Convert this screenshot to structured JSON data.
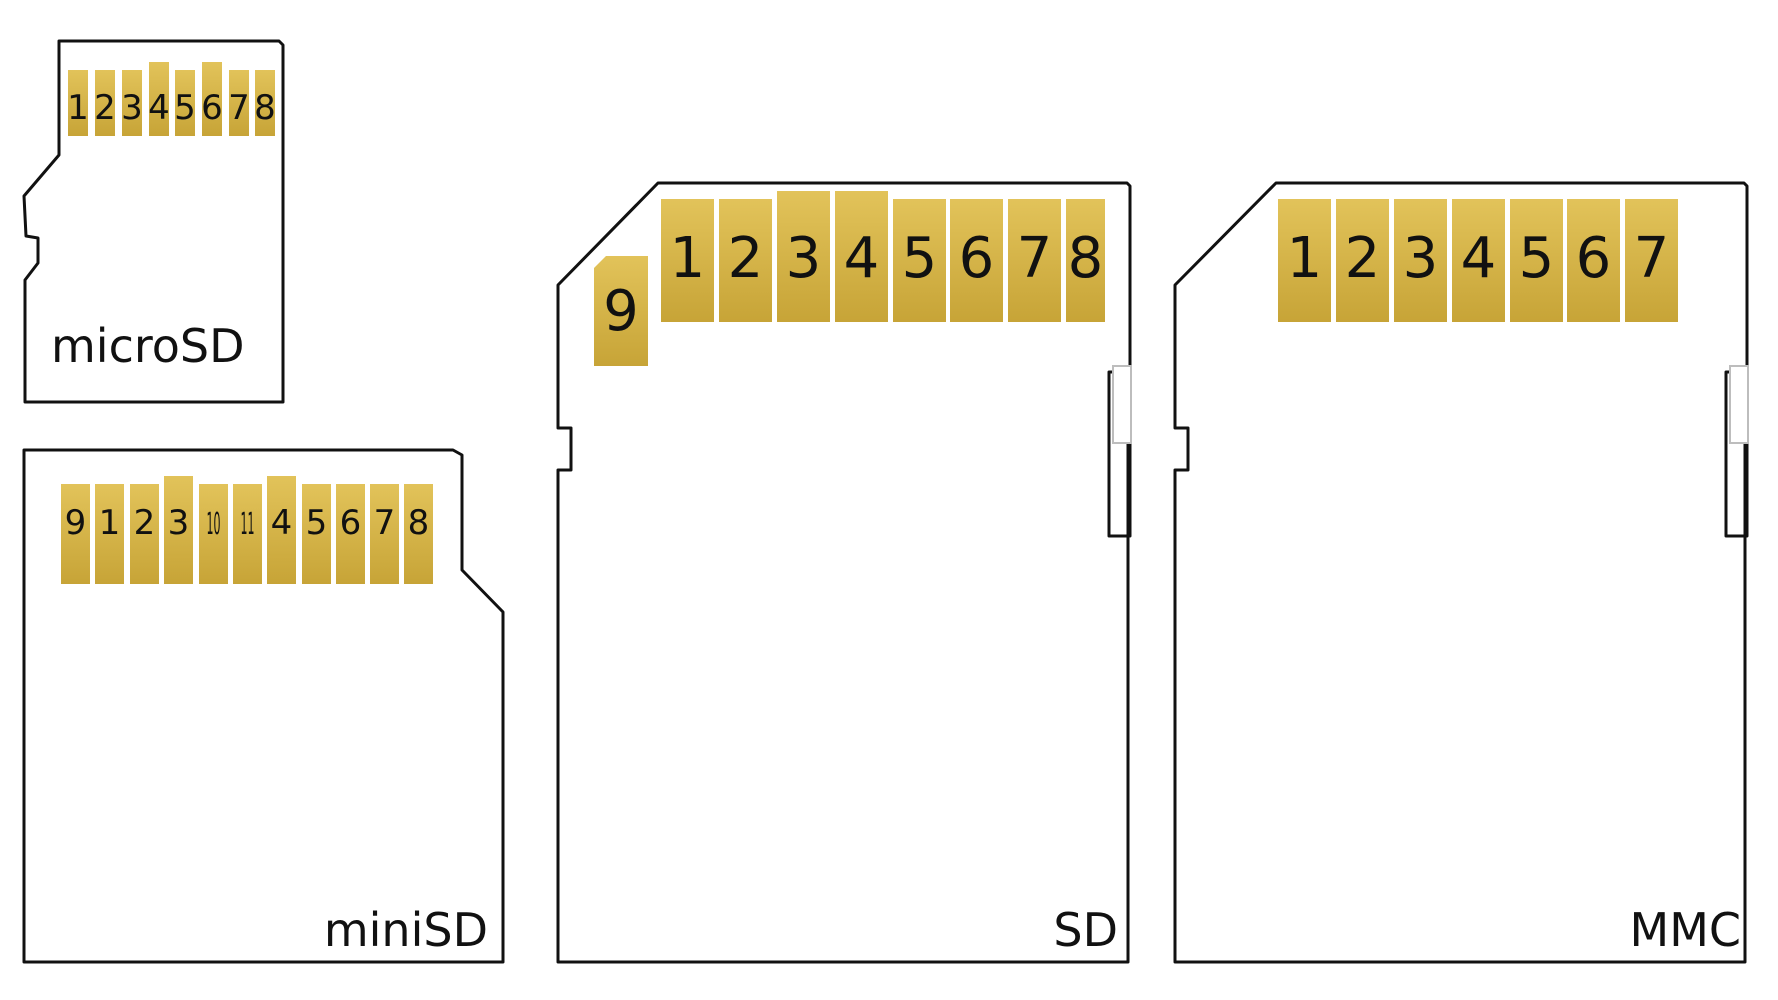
{
  "colors": {
    "contact_light": "#e2c35a",
    "contact_dark": "#c7a437",
    "outline": "#111111",
    "card_fill": "#ffffff"
  },
  "cards": {
    "microsd": {
      "label": "microSD",
      "pins": [
        "1",
        "2",
        "3",
        "4",
        "5",
        "6",
        "7",
        "8"
      ]
    },
    "minisd": {
      "label": "miniSD",
      "pins": [
        "9",
        "1",
        "2",
        "3",
        "10",
        "11",
        "4",
        "5",
        "6",
        "7",
        "8"
      ]
    },
    "sd": {
      "label": "SD",
      "pins": [
        "9",
        "1",
        "2",
        "3",
        "4",
        "5",
        "6",
        "7",
        "8"
      ]
    },
    "mmc": {
      "label": "MMC",
      "pins": [
        "1",
        "2",
        "3",
        "4",
        "5",
        "6",
        "7"
      ]
    }
  }
}
